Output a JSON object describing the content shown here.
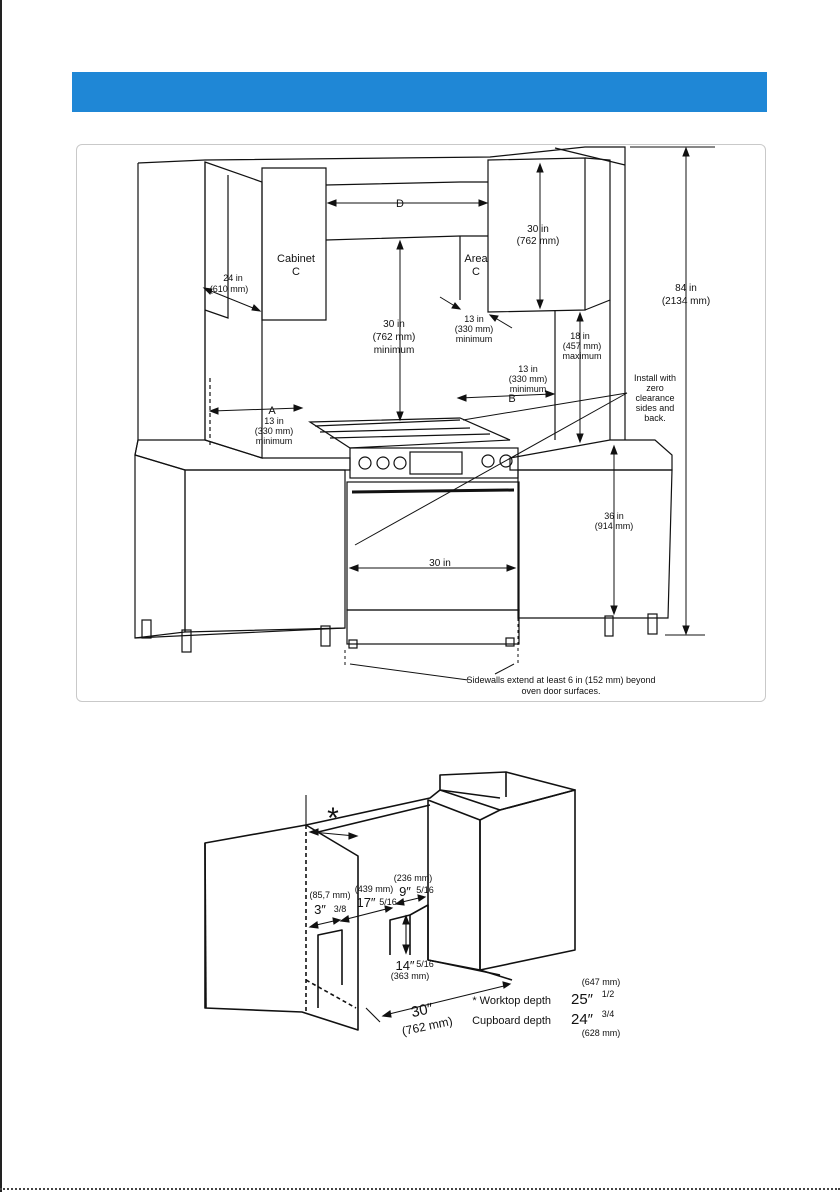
{
  "header": {
    "title": ""
  },
  "installation": {
    "cabinet": "Cabinet",
    "cabinet_letter": "C",
    "area": "Area",
    "area_letter": "C",
    "dim_d": "D",
    "dim_a": "A",
    "dim_b": "B",
    "side_depth_in": "24 in",
    "side_depth_mm": "(610 mm)",
    "upper_height_in": "30 in",
    "upper_height_mm": "(762 mm)",
    "cooktop_clear_in": "30 in",
    "cooktop_clear_mm": "(762 mm)",
    "cooktop_clear_min": "minimum",
    "upper_depth_in": "13 in",
    "upper_depth_mm": "(330 mm)",
    "upper_depth_min": "minimum",
    "right_clear_in": "13 in",
    "right_clear_mm": "(330 mm)",
    "right_clear_min": "minimum",
    "left_clear_in": "13 in",
    "left_clear_mm": "(330 mm)",
    "left_clear_min": "minimum",
    "backsplash_in": "18 in",
    "backsplash_mm": "(457 mm)",
    "backsplash_max": "maximum",
    "total_height_in": "84 in",
    "total_height_mm": "(2134 mm)",
    "zero_clearance_1": "Install with",
    "zero_clearance_2": "zero",
    "zero_clearance_3": "clearance",
    "zero_clearance_4": "sides and",
    "zero_clearance_5": "back.",
    "counter_height_in": "36 in",
    "counter_height_mm": "(914 mm)",
    "range_width": "30 in",
    "sidewalls_note_1": "Sidewalls extend at least 6 in (152 mm) beyond",
    "sidewalls_note_2": "oven door surfaces."
  },
  "cutout": {
    "asterisk": "*",
    "d1_mm": "(85,7 mm)",
    "d1_in": "3″",
    "d1_frac": "3/8",
    "d2_mm": "(439 mm)",
    "d2_in": "17″",
    "d2_frac": "5/16",
    "d3_mm": "(236 mm)",
    "d3_in": "9″",
    "d3_frac": "5/16",
    "d4_in": "14″",
    "d4_frac": "5/16",
    "d4_mm": "(363 mm)",
    "width_in": "30″",
    "width_mm": "(762 mm)",
    "worktop_label": "* Worktop depth",
    "worktop_mm": "(647 mm)",
    "worktop_in": "25″",
    "worktop_frac": "1/2",
    "cupboard_label": "Cupboard depth",
    "cupboard_in": "24″",
    "cupboard_frac": "3/4",
    "cupboard_mm": "(628 mm)"
  }
}
